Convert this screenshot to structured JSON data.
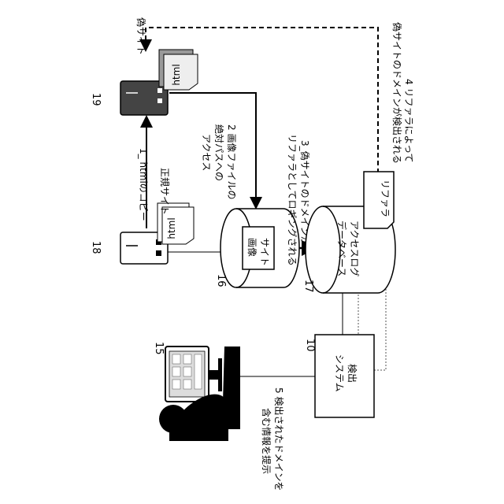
{
  "labels": {
    "fake_site": "偽サイト",
    "legit_site": "正規サイト",
    "html_fake": "html",
    "html_legit": "html",
    "site_image_1": "サイト",
    "site_image_2": "画像",
    "access_log_1": "アクセスログ",
    "access_log_2": "データベース",
    "referrer": "リファラ",
    "detection_1": "検出",
    "detection_2": "システム"
  },
  "steps": {
    "step1": "1_ htmlのコピー",
    "step2_1": "2 画像ファイルの",
    "step2_2": "絶対パスへの",
    "step2_3": "アクセス",
    "step3_1": "3_偽サイトのドメインが",
    "step3_2": "リファラとしてロギングされる",
    "step4_1": "4 リファラによって",
    "step4_2": "偽サイトのドメインが検出される",
    "step5_1": "5 検出されたドメインを",
    "step5_2": "含む情報を提示"
  },
  "refs": {
    "r19": "19",
    "r18": "18",
    "r16": "16",
    "r17": "17",
    "r15": "15",
    "r10": "10"
  }
}
